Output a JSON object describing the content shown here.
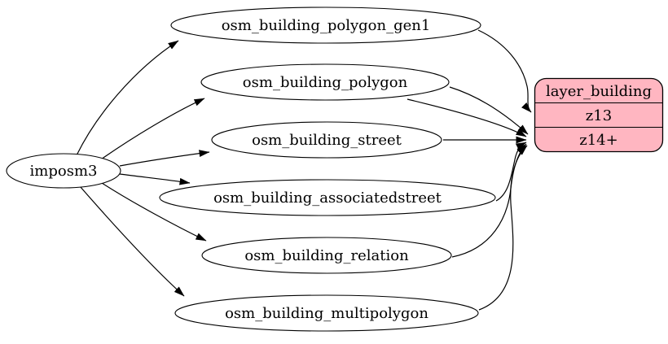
{
  "diagram": {
    "type": "graphviz-digraph",
    "background_color": "#ffffff",
    "edge_color": "#000000",
    "source_node": {
      "label": "imposm3",
      "fill": "#ffffff"
    },
    "tables": [
      {
        "label": "osm_building_polygon_gen1"
      },
      {
        "label": "osm_building_polygon"
      },
      {
        "label": "osm_building_street"
      },
      {
        "label": "osm_building_associatedstreet"
      },
      {
        "label": "osm_building_relation"
      },
      {
        "label": "osm_building_multipolygon"
      }
    ],
    "layer_node": {
      "title": "layer_building",
      "rows": [
        "z13",
        "z14+"
      ],
      "fill": "#ffb6c1",
      "stroke": "#000000"
    },
    "edges": [
      {
        "from": "imposm3",
        "to": "osm_building_polygon_gen1"
      },
      {
        "from": "imposm3",
        "to": "osm_building_polygon"
      },
      {
        "from": "imposm3",
        "to": "osm_building_street"
      },
      {
        "from": "imposm3",
        "to": "osm_building_associatedstreet"
      },
      {
        "from": "imposm3",
        "to": "osm_building_relation"
      },
      {
        "from": "imposm3",
        "to": "osm_building_multipolygon"
      },
      {
        "from": "osm_building_polygon_gen1",
        "to": "layer_building",
        "row": "z13"
      },
      {
        "from": "osm_building_polygon",
        "to": "layer_building",
        "row": "z14+"
      },
      {
        "from": "osm_building_street",
        "to": "layer_building",
        "row": "z14+"
      },
      {
        "from": "osm_building_associatedstreet",
        "to": "layer_building",
        "row": "z14+"
      },
      {
        "from": "osm_building_relation",
        "to": "layer_building",
        "row": "z14+"
      },
      {
        "from": "osm_building_multipolygon",
        "to": "layer_building",
        "row": "z14+"
      }
    ]
  }
}
